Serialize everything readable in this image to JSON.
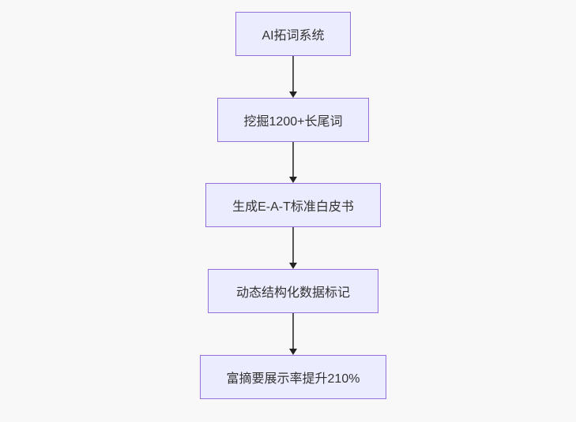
{
  "diagram": {
    "type": "flowchart",
    "direction": "top-down",
    "nodes": [
      {
        "label": "AI拓词系统"
      },
      {
        "label": "挖掘1200+长尾词"
      },
      {
        "label": "生成E-A-T标准白皮书"
      },
      {
        "label": "动态结构化数据标记"
      },
      {
        "label": "富摘要展示率提升210%"
      }
    ],
    "edges": [
      {
        "from": "AI拓词系统",
        "to": "挖掘1200+长尾词"
      },
      {
        "from": "挖掘1200+长尾词",
        "to": "生成E-A-T标准白皮书"
      },
      {
        "from": "生成E-A-T标准白皮书",
        "to": "动态结构化数据标记"
      },
      {
        "from": "动态结构化数据标记",
        "to": "富摘要展示率提升210%"
      }
    ],
    "colors": {
      "node_fill": "#ECECFF",
      "node_border": "#9370DB",
      "edge_line": "#555555",
      "arrowhead": "#222222",
      "text": "#333333",
      "background": "#F8F8F8"
    }
  }
}
